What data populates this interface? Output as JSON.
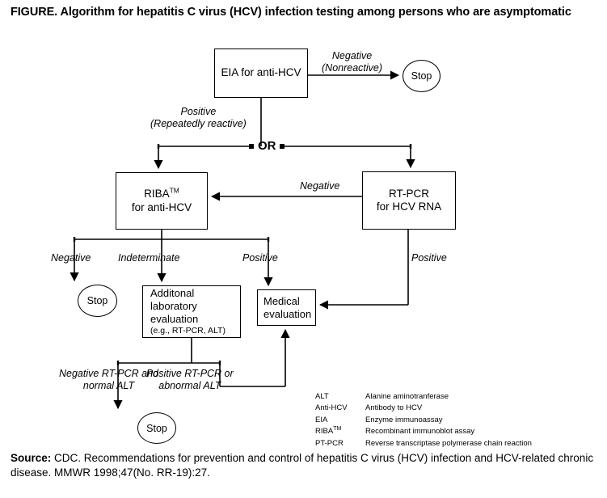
{
  "figure": {
    "title": "FIGURE. Algorithm for hepatitis C virus (HCV) infection testing among persons who are asymptomatic"
  },
  "nodes": {
    "eia": {
      "line1": "EIA for anti-HCV"
    },
    "stop_eia": {
      "label": "Stop"
    },
    "riba": {
      "line1": "RIBA",
      "sup": "TM",
      "line2": "for anti-HCV"
    },
    "rtpcr": {
      "line1": "RT-PCR",
      "line2": "for HCV RNA"
    },
    "stop_riba": {
      "label": "Stop"
    },
    "addlab": {
      "line1": "Additonal",
      "line2": "laboratory",
      "line3": "evaluation",
      "line4": "(e.g., RT-PCR, ALT)"
    },
    "medical": {
      "line1": "Medical",
      "line2": "evaluation"
    },
    "stop_addlab": {
      "label": "Stop"
    }
  },
  "edges": {
    "negative_nonreactive": {
      "line1": "Negative",
      "line2": "(Nonreactive)"
    },
    "positive_repeatedly": {
      "line1": "Positive",
      "line2": "(Repeatedly reactive)"
    },
    "or": "OR",
    "negative_rtpcr_to_riba": "Negative",
    "negative_riba": "Negative",
    "indeterminate_riba": "Indeterminate",
    "positive_riba": "Positive",
    "positive_rtpcr": "Positive",
    "negative_alt": {
      "line1": "Negative RT-PCR and",
      "line2": "normal ALT"
    },
    "positive_alt": {
      "line1": "Positive RT-PCR or",
      "line2": "abnormal ALT"
    }
  },
  "legend": {
    "rows": [
      {
        "abbr": "ALT",
        "sup": "",
        "definition": "Alanine aminotranferase"
      },
      {
        "abbr": "Anti-HCV",
        "sup": "",
        "definition": "Antibody to HCV"
      },
      {
        "abbr": "EIA",
        "sup": "",
        "definition": "Enzyme immunoassay"
      },
      {
        "abbr": "RIBA",
        "sup": "TM",
        "definition": "Recombinant immunoblot assay"
      },
      {
        "abbr": "PT-PCR",
        "sup": "",
        "definition": "Reverse transcriptase polymerase chain reaction"
      }
    ]
  },
  "source": {
    "label": "Source:",
    "text": " CDC. Recommendations for prevention and control of hepatitis C virus (HCV) infection and HCV-related chronic disease. MMWR 1998;47(No. RR-19):27."
  },
  "colors": {
    "stroke": "#000000",
    "background": "#ffffff"
  }
}
